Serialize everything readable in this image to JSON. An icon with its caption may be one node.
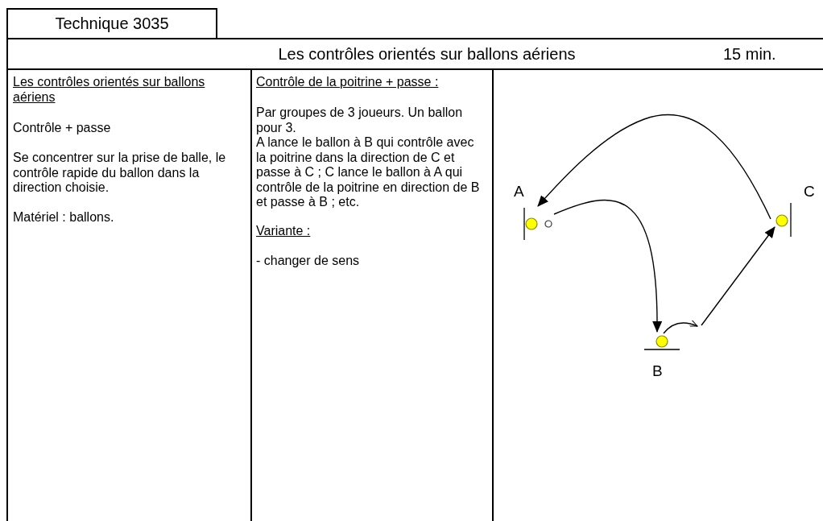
{
  "diagram": {
    "nodes": [
      {
        "text": [
          "A"
        ]
      },
      {
        "text": [
          "B"
        ]
      },
      {
        "text": [
          "C"
        ]
      },
      {
        "text": [],
        "shape": "circle"
      }
    ],
    "edges": [
      {
        "from": 3,
        "to": 1,
        "arrow": "to"
      },
      {
        "from": 1,
        "to": null,
        "arrow": "to"
      },
      {
        "from": null,
        "to": 2,
        "arrow": "to"
      },
      {
        "from": 2,
        "to": 0,
        "arrow": "to"
      }
    ],
    "labels": [
      "Technique 3035",
      "Les contrôles orientés sur ballons aériens",
      "15 min.",
      "Les contrôles orientés sur ballons aériens",
      "Contrôle + passe",
      "Se concentrer sur la prise de balle, le contrôle rapide du ballon dans la direction choisie.",
      "Matériel : ballons.",
      "Contrôle de la poitrine + passe :",
      "Par groupes de 3 joueurs. Un ballon pour 3.",
      "A lance le ballon à B qui contrôle avec la poitrine dans la direction de C et passe à C ; C lance le ballon à A qui contrôle de la poitrine en direction de B et passe à B ; etc.",
      "Variante :",
      "- changer de sens"
    ]
  }
}
